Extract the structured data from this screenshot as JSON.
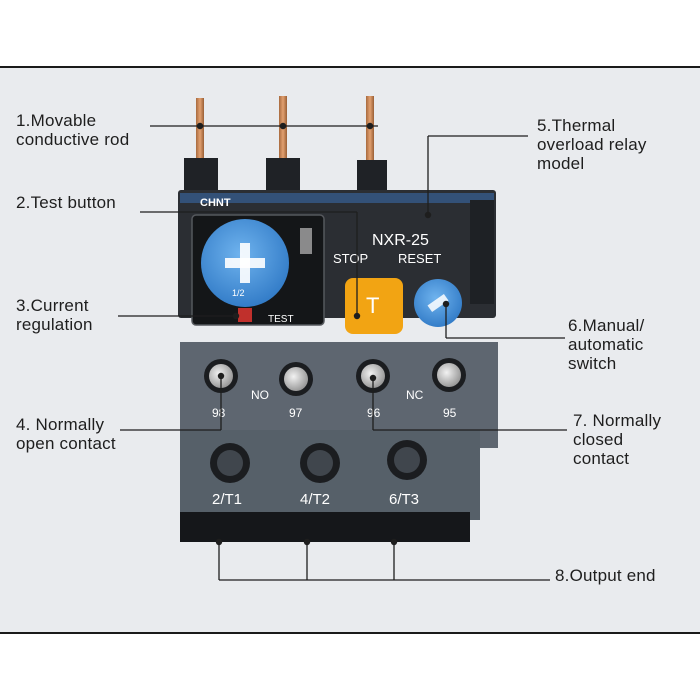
{
  "device": {
    "brand": "CHNT",
    "model": "NXR-25",
    "stop_label": "STOP",
    "reset_label": "RESET",
    "test_label": "TEST",
    "test_button_glyph": "T",
    "no_label": "NO",
    "nc_label": "NC",
    "terminal_98": "98",
    "terminal_97": "97",
    "terminal_96": "96",
    "terminal_95": "95",
    "output_1": "2/T1",
    "output_2": "4/T2",
    "output_3": "6/T3"
  },
  "callouts": {
    "c1": "1.Movable\nconductive rod",
    "c2": "2.Test button",
    "c3": "3.Current\nregulation",
    "c4": "4. Normally\nopen contact",
    "c5": "5.Thermal\noverload relay\nmodel",
    "c6": "6.Manual/\nautomatic\nswitch",
    "c7": "7. Normally\nclosed\ncontact",
    "c8": "8.Output end"
  },
  "colors": {
    "body_dark": "#2b2e33",
    "terminal_block": "#5e6670",
    "test_button": "#f2a413",
    "dial": "#3d8fdc",
    "copper": "#c98550"
  }
}
